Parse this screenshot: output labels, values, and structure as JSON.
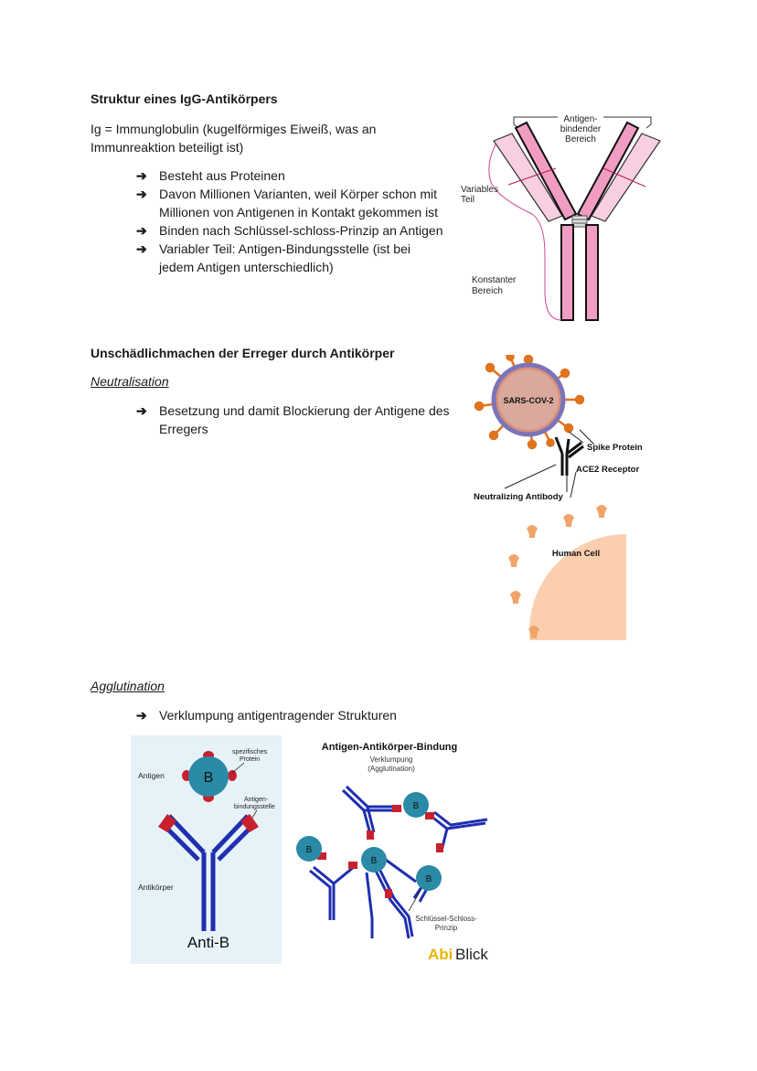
{
  "section1": {
    "title": "Struktur eines IgG-Antikörpers",
    "intro_line1": "Ig = Immunglobulin (kugelförmiges Eiweiß, was an",
    "intro_line2": "Immunreaktion beteiligt ist)",
    "bullet_marker": "➔",
    "bullets": [
      {
        "l1": "Besteht aus Proteinen",
        "l2": ""
      },
      {
        "l1": "Davon Millionen Varianten, weil Körper schon mit",
        "l2": "Millionen von Antigenen in Kontakt gekommen ist"
      },
      {
        "l1": "Binden nach Schlüssel-schloss-Prinzip an Antigen",
        "l2": ""
      },
      {
        "l1": "Variabler Teil: Antigen-Bindungsstelle (ist bei",
        "l2": "jedem Antigen unterschiedlich)"
      }
    ],
    "figure": {
      "label_binding_1": "Antigen-",
      "label_binding_2": "bindender",
      "label_binding_3": "Bereich",
      "label_variable_1": "Variables",
      "label_variable_2": "Teil",
      "label_constant_1": "Konstanter",
      "label_constant_2": "Bereich"
    }
  },
  "section2": {
    "title": "Unschädlichmachen der Erreger durch Antikörper",
    "neutralisation": {
      "subtitle": "Neutralisation",
      "bullet_l1": "Besetzung und damit Blockierung der Antigene des",
      "bullet_l2": "Erregers",
      "figure": {
        "virus_label": "SARS-COV-2",
        "spike_label": "Spike Protein",
        "receptor_label": "ACE2 Receptor",
        "antibody_label": "Neutralizing Antibody",
        "cell_label": "Human Cell"
      }
    },
    "agglutination": {
      "subtitle": "Agglutination",
      "bullet": "Verklumpung antigentragender Strukturen",
      "figure": {
        "title": "Antigen-Antikörper-Bindung",
        "subtitle_1": "Verklumpung",
        "subtitle_2": "(Agglutination)",
        "antigen_label": "Antigen",
        "protein_label_1": "spezifisches",
        "protein_label_2": "Protein",
        "binding_site_1": "Antigen-",
        "binding_site_2": "bindungsstelle",
        "antibody_label": "Antikörper",
        "anti_b": "Anti-B",
        "b_letter": "B",
        "principle_1": "Schlüssel-Schloss-",
        "principle_2": "Prinzip",
        "logo_part1": "Abi",
        "logo_part2": "Blick"
      }
    }
  }
}
